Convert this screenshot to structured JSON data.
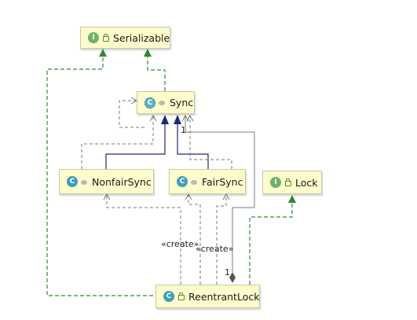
{
  "diagram": {
    "nodes": {
      "serializable": {
        "name": "Serializable",
        "kind_badge": "I",
        "modifier": "public"
      },
      "sync": {
        "name": "Sync",
        "kind_badge": "C",
        "modifier": "package-private"
      },
      "nonfairsync": {
        "name": "NonfairSync",
        "kind_badge": "C",
        "modifier": "package-private"
      },
      "fairsync": {
        "name": "FairSync",
        "kind_badge": "C",
        "modifier": "package-private"
      },
      "lock": {
        "name": "Lock",
        "kind_badge": "I",
        "modifier": "public"
      },
      "reentrantlock": {
        "name": "ReentrantLock",
        "kind_badge": "C",
        "modifier": "public"
      }
    },
    "labels": {
      "create_1": "«create»",
      "create_2": "«create»",
      "mult_sync": "1",
      "mult_reentrant": "1"
    },
    "colors": {
      "realization": "#2d8a2d",
      "inheritance": "#1a2a7a",
      "dependency": "#7a7a7a",
      "node_fill": "#fcfccc"
    }
  }
}
